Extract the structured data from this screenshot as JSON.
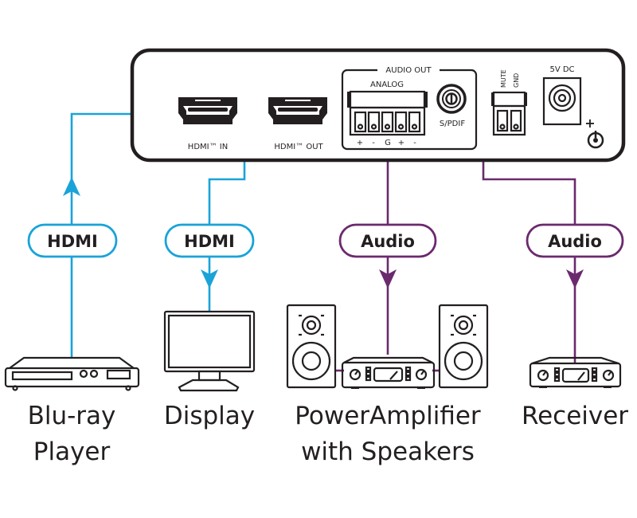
{
  "colors": {
    "hdmi": "#1aa3d8",
    "audio": "#6b2a6e",
    "outline": "#231f20",
    "background": "#ffffff"
  },
  "device": {
    "ports": {
      "hdmi_in": "HDMI™ IN",
      "hdmi_out": "HDMI™ OUT",
      "audio_out_group": "AUDIO OUT",
      "analog": "ANALOG",
      "analog_pins": [
        "+",
        "-",
        "G",
        "+",
        "-"
      ],
      "spdif": "S/PDIF",
      "mute": "MUTE",
      "gnd": "GND",
      "power": "5V DC",
      "polarity_symbol": "+"
    }
  },
  "connections": [
    {
      "label": "HDMI",
      "type": "hdmi",
      "direction": "to-device",
      "from": "Blu-ray Player",
      "to": "HDMI IN"
    },
    {
      "label": "HDMI",
      "type": "hdmi",
      "direction": "from-device",
      "from": "HDMI OUT",
      "to": "Display"
    },
    {
      "label": "Audio",
      "type": "audio",
      "direction": "from-device",
      "from": "ANALOG",
      "to": "PowerAmplifier with Speakers"
    },
    {
      "label": "Audio",
      "type": "audio",
      "direction": "from-device",
      "from": "S/PDIF",
      "to": "Receiver"
    }
  ],
  "endpoints": [
    {
      "name_line1": "Blu-ray",
      "name_line2": "Player",
      "icon": "bluray-player-icon"
    },
    {
      "name_line1": "Display",
      "name_line2": "",
      "icon": "display-monitor-icon"
    },
    {
      "name_line1": "PowerAmplifier",
      "name_line2": "with Speakers",
      "icon": "amplifier-speakers-icon"
    },
    {
      "name_line1": "Receiver",
      "name_line2": "",
      "icon": "receiver-icon"
    }
  ]
}
